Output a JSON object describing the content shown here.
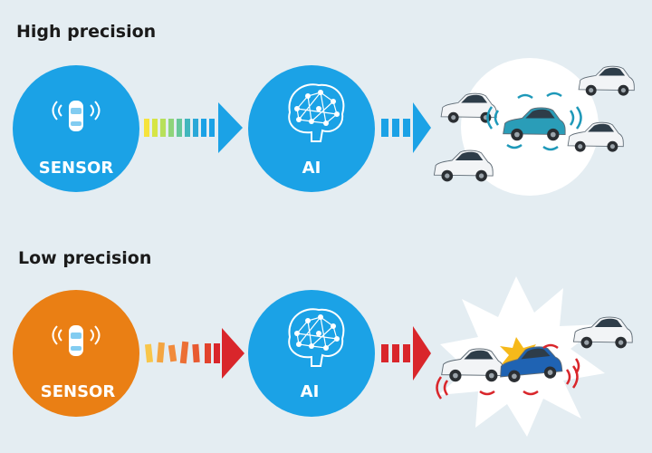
{
  "rows": [
    {
      "heading": "High precision",
      "sensor_label": "SENSOR",
      "ai_label": "AI",
      "sensor_color": "#1ba2e6",
      "ai_color": "#1ba2e6",
      "arrow_color": "#1ba2e6",
      "stream_colors": [
        "#f6e33c",
        "#d6e546",
        "#b7e05a",
        "#8fd47a",
        "#67c79a",
        "#41b6bd",
        "#2aa8d8",
        "#1ba2e6"
      ],
      "outcome": "safe"
    },
    {
      "heading": "Low precision",
      "sensor_label": "SENSOR",
      "ai_label": "AI",
      "sensor_color": "#ea7f14",
      "ai_color": "#1ba2e6",
      "arrow_color": "#d9262b",
      "stream_colors": [
        "#f8c64a",
        "#f4a541",
        "#f18a3b",
        "#ec6f35",
        "#e85a31",
        "#e2432d"
      ],
      "outcome": "collision"
    }
  ],
  "colors": {
    "background": "#e4edf2",
    "car_white": "#f2f4f6",
    "car_teal": "#2a9db8",
    "car_blue": "#1f63b3",
    "signal_teal": "#1d98b8",
    "signal_red": "#d9262b"
  }
}
